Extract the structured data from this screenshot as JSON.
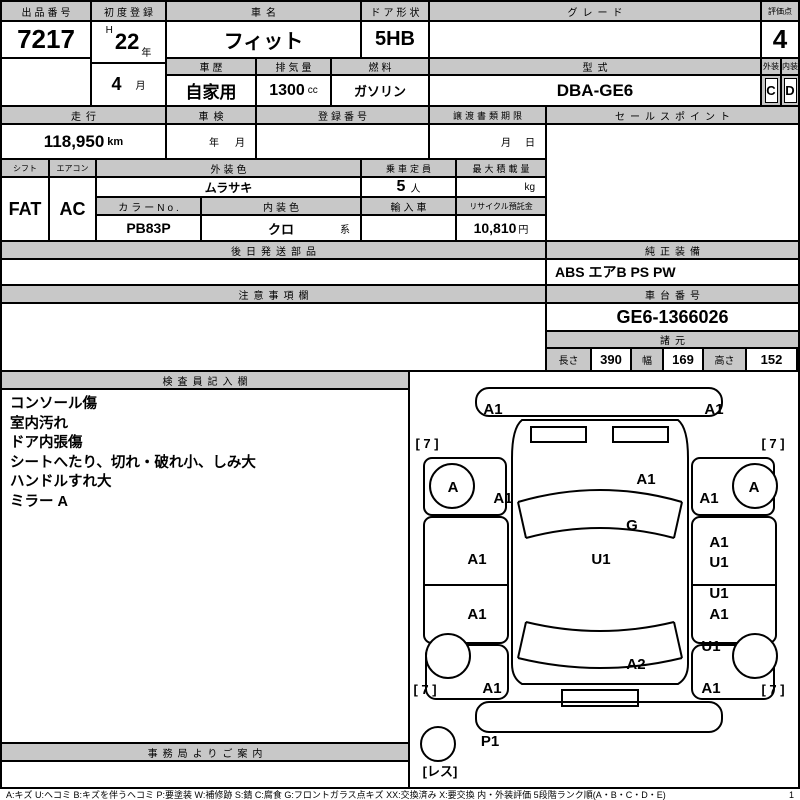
{
  "fields": {
    "auction_no": {
      "label": "出品番号",
      "value": "7217"
    },
    "first_registration": {
      "label": "初度登録",
      "era": "H",
      "year": "22",
      "year_unit": "年",
      "month": "4",
      "month_unit": "月"
    },
    "car_name": {
      "label": "車名",
      "value": "フィット"
    },
    "door_shape": {
      "label": "ドア形状",
      "value": "5HB"
    },
    "grade": {
      "label": "グレード",
      "value": ""
    },
    "score": {
      "label": "評価点",
      "value": "4"
    },
    "history": {
      "label": "車歴",
      "value": "自家用"
    },
    "displacement": {
      "label": "排気量",
      "value": "1300",
      "unit": "cc"
    },
    "fuel": {
      "label": "燃料",
      "value": "ガソリン"
    },
    "model_code": {
      "label": "型式",
      "value": "DBA-GE6"
    },
    "exterior": {
      "label": "外装",
      "value": "C"
    },
    "interior": {
      "label": "内装",
      "value": "D"
    },
    "mileage": {
      "label": "走行",
      "value": "118,950",
      "unit": "km"
    },
    "inspection": {
      "label": "車検",
      "year_unit": "年",
      "month_unit": "月"
    },
    "registration_no": {
      "label": "登録番号",
      "value": ""
    },
    "transfer_deadline": {
      "label": "譲渡書類期限",
      "month_unit": "月",
      "day_unit": "日"
    },
    "sales_point": {
      "label": "セールスポイント",
      "value": ""
    },
    "shift": {
      "label": "シフト",
      "value": "FAT"
    },
    "aircon": {
      "label": "エアコン",
      "value": "AC"
    },
    "exterior_color": {
      "label": "外装色",
      "value": "ムラサキ"
    },
    "capacity": {
      "label": "乗車定員",
      "value": "5",
      "unit": "人"
    },
    "max_load": {
      "label": "最大積載量",
      "unit": "kg"
    },
    "color_no": {
      "label": "カラーNo.",
      "value": "PB83P"
    },
    "interior_color": {
      "label": "内装色",
      "value": "クロ",
      "unit": "系"
    },
    "imported": {
      "label": "輸入車",
      "value": ""
    },
    "recycle_deposit": {
      "label": "リサイクル預託金",
      "value": "10,810",
      "unit": "円"
    },
    "later_shipping_parts": {
      "label": "後日発送部品",
      "value": ""
    },
    "genuine_equipment": {
      "label": "純正装備",
      "value": "ABS エアB PS PW"
    },
    "caution": {
      "label": "注意事項欄",
      "value": ""
    },
    "chassis_no": {
      "label": "車台番号",
      "value": "GE6-1366026"
    },
    "specs": {
      "label": "諸元",
      "length_label": "長さ",
      "length": "390",
      "width_label": "幅",
      "width": "169",
      "height_label": "高さ",
      "height": "152"
    }
  },
  "inspector": {
    "label": "検査員記入欄",
    "lines": [
      "コンソール傷",
      "室内汚れ",
      "ドア内張傷",
      "シートへたり、切れ・破れ小、しみ大",
      "ハンドルすれ大",
      "ミラー A"
    ]
  },
  "office": {
    "label": "事務局よりご案内"
  },
  "diagram": {
    "marks": [
      "A1",
      "A1",
      "[ 7 ]",
      "[ 7 ]",
      "A",
      "A1",
      "A1",
      "A1",
      "A",
      "G",
      "A1",
      "U1",
      "A1",
      "U1",
      "A1",
      "U1",
      "A1",
      "U1",
      "A2",
      "A1",
      "A1",
      "[ 7 ]",
      "[ 7 ]",
      "P1",
      "[レス]"
    ]
  },
  "legend": {
    "text": "A:キズ U:ヘコミ B:キズを伴うヘコミ P:要塗装 W:補修跡 S:錆 C:腐食 G:フロントガラス点キズ XX:交換済み X:要交換  内・外装評価 5段階ランク順(A・B・C・D・E)",
    "page": "1"
  },
  "colors": {
    "header_bg": "#c8c8c8",
    "border": "#000000"
  }
}
